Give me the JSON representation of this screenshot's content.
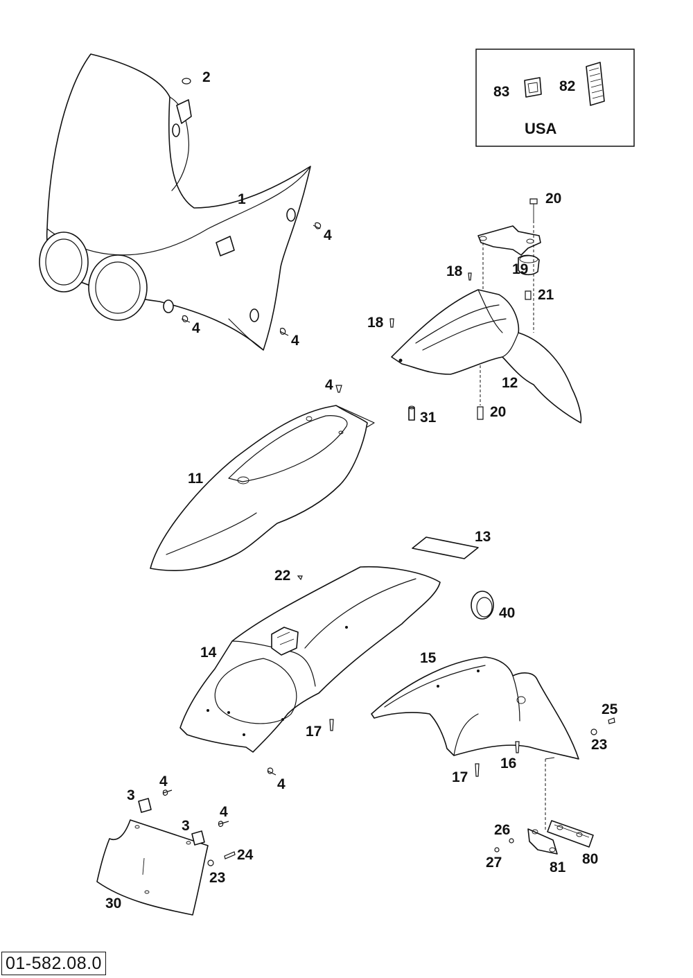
{
  "inset": {
    "labels": [
      "83",
      "82"
    ],
    "caption": "USA"
  },
  "labels": {
    "l1": "1",
    "l2": "2",
    "l4a": "4",
    "l4b": "4",
    "l4c": "4",
    "l4d": "4",
    "l20a": "20",
    "l19": "19",
    "l18a": "18",
    "l21": "21",
    "l18b": "18",
    "l12": "12",
    "l31": "31",
    "l20b": "20",
    "l11": "11",
    "l13": "13",
    "l22": "22",
    "l40": "40",
    "l14": "14",
    "l15": "15",
    "l25": "25",
    "l17a": "17",
    "l23a": "23",
    "l16": "16",
    "l4e": "4",
    "l17b": "17",
    "l4f": "4",
    "l3a": "3",
    "l4g": "4",
    "l3b": "3",
    "l24": "24",
    "l23b": "23",
    "l26": "26",
    "l30": "30",
    "l27": "27",
    "l81": "81",
    "l80": "80"
  },
  "document_code": "01-582.08.0"
}
